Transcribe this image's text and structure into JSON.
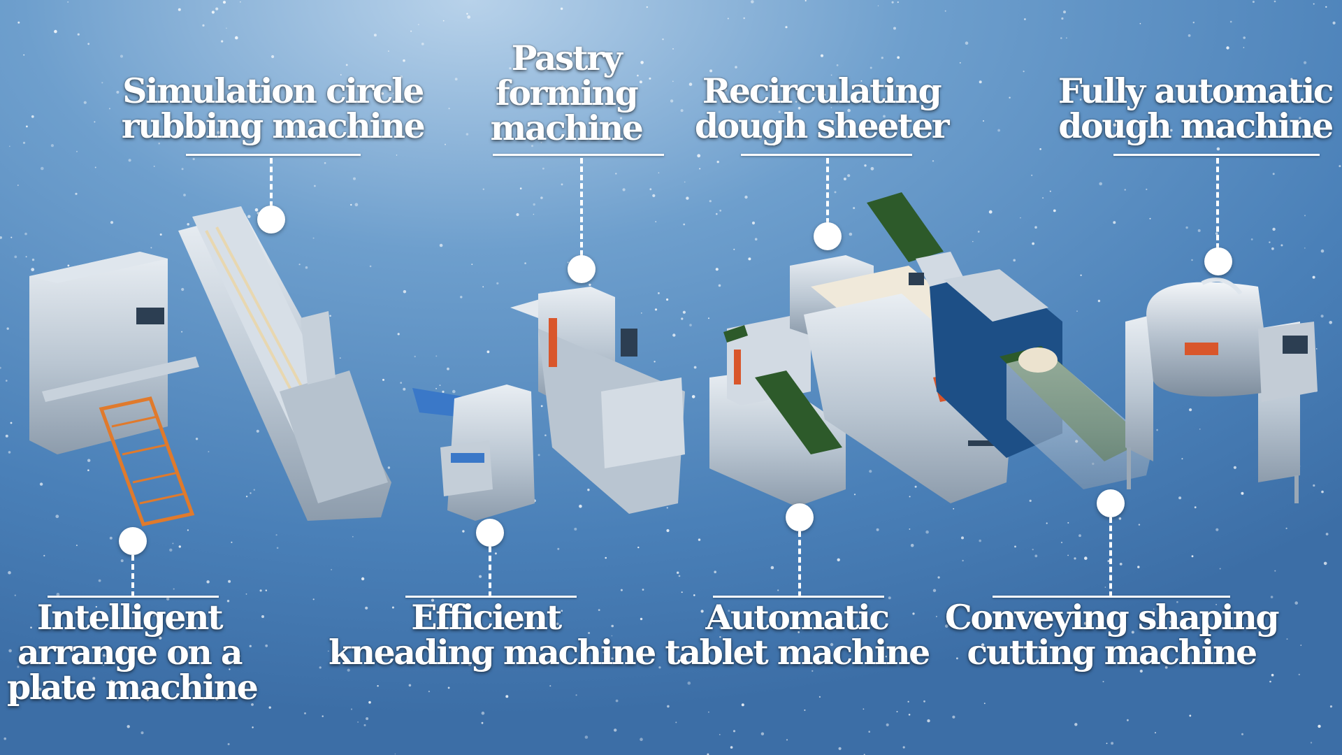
{
  "labels": {
    "simulation": [
      "Simulation circle",
      "rubbing machine"
    ],
    "pastry": [
      "Pastry",
      "forming",
      "machine"
    ],
    "recirculating": [
      "Recirculating",
      "dough sheeter"
    ],
    "fully_automatic": [
      "Fully automatic",
      "dough machine"
    ],
    "intelligent": [
      "Intelligent",
      "arrange on a",
      "plate machine"
    ],
    "efficient": [
      "Efficient",
      "kneading machine"
    ],
    "automatic_tablet": [
      "Automatic",
      "tablet machine"
    ],
    "conveying": [
      "Conveying shaping",
      "cutting machine"
    ]
  },
  "colors": {
    "background": "#4e86bd",
    "background_light": "#a9c9e6",
    "label_text": "#ffffff",
    "callout": "#ffffff",
    "conveyor_belt": "#2d5a2a",
    "machine_steel": "#c9d3dd",
    "accent_orange": "#e07a2c",
    "panel_blue": "#1d4f86"
  }
}
